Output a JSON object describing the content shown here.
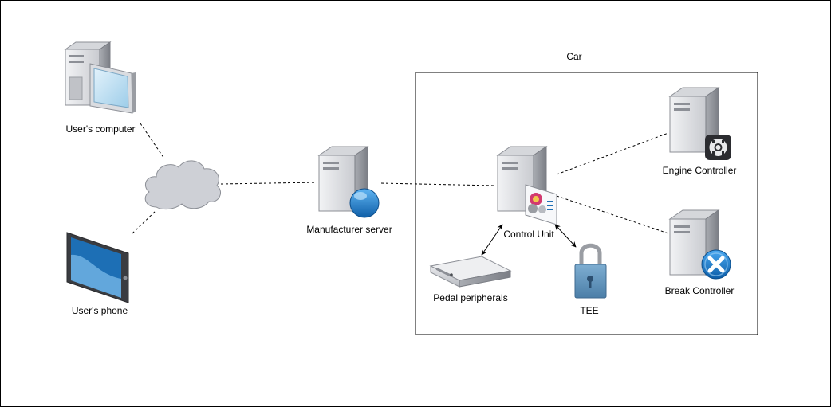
{
  "diagram": {
    "group_label": "Car",
    "nodes": {
      "users_computer": {
        "label": "User's computer",
        "icon": "desktop-computer-icon"
      },
      "users_phone": {
        "label": "User's phone",
        "icon": "tablet-icon"
      },
      "internet": {
        "icon": "cloud-icon"
      },
      "manufacturer_server": {
        "label": "Manufacturer server",
        "icon": "web-server-icon"
      },
      "control_unit": {
        "label": "Control Unit",
        "icon": "application-server-icon"
      },
      "pedal_peripherals": {
        "label": "Pedal peripherals",
        "icon": "rack-server-icon"
      },
      "tee": {
        "label": "TEE",
        "icon": "padlock-icon"
      },
      "engine_controller": {
        "label": "Engine Controller",
        "icon": "server-icon"
      },
      "break_controller": {
        "label": "Break Controller",
        "icon": "server-icon"
      }
    },
    "colors": {
      "server_light": "#e4e5e9",
      "server_dark": "#8c8f96",
      "cloud": "#ced0d6",
      "screen_blue": "#1d6fb5",
      "globe_blue": "#1b80d1",
      "badge_blue": "#1a7fd4",
      "lock_blue": "#5d8fb7"
    }
  }
}
